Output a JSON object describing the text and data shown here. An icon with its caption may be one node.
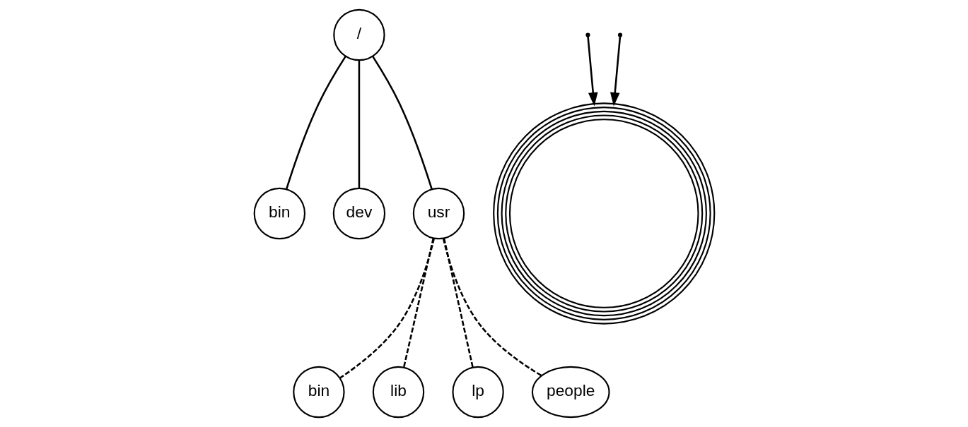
{
  "diagram": {
    "nodes": [
      {
        "text": [
          "/"
        ]
      },
      {
        "text": [
          "bin"
        ]
      },
      {
        "text": [
          "dev"
        ]
      },
      {
        "text": [
          "usr"
        ]
      },
      {
        "text": [
          "bin"
        ]
      },
      {
        "text": [
          "lib"
        ]
      },
      {
        "text": [
          "lp"
        ]
      },
      {
        "text": [
          "people"
        ]
      },
      {
        "text": [],
        "shape": "circle"
      }
    ],
    "edges": [
      {
        "from": 0,
        "to": 1,
        "arrow": "none"
      },
      {
        "from": 0,
        "to": 2,
        "arrow": "none"
      },
      {
        "from": 0,
        "to": 3,
        "arrow": "none"
      },
      {
        "from": 3,
        "to": 4,
        "arrow": "none",
        "style": "dashed"
      },
      {
        "from": 3,
        "to": 5,
        "arrow": "none",
        "style": "dashed"
      },
      {
        "from": 3,
        "to": 6,
        "arrow": "none",
        "style": "dashed"
      },
      {
        "from": 3,
        "to": 7,
        "arrow": "none",
        "style": "dashed"
      },
      {
        "from": null,
        "to": 8,
        "arrow": "to"
      },
      {
        "from": null,
        "to": 8,
        "arrow": "to"
      }
    ]
  }
}
